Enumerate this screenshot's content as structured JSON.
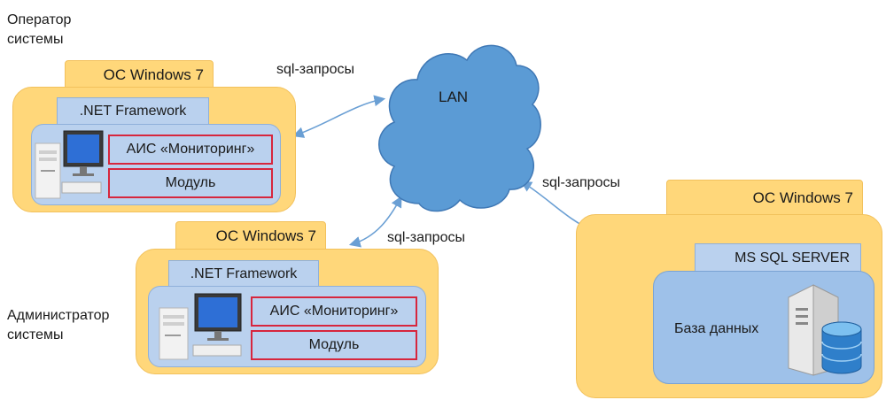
{
  "operator": {
    "role_line1": "Оператор",
    "role_line2": "системы",
    "os": "ОС Windows 7",
    "framework": ".NET Framework",
    "app": "АИС «Мониторинг»",
    "module": "Модуль"
  },
  "admin": {
    "role_line1": "Администратор",
    "role_line2": "системы",
    "os": "ОС Windows 7",
    "framework": ".NET Framework",
    "app": "АИС «Мониторинг»",
    "module": "Модуль"
  },
  "server": {
    "os": "ОС Windows 7",
    "dbms": "MS SQL SERVER",
    "database": "База данных"
  },
  "network": {
    "name": "LAN",
    "link_operator": "sql-запросы",
    "link_admin": "sql-запросы",
    "link_server": "sql-запросы"
  },
  "icons": [
    "desktop-computer-icon",
    "server-database-icon",
    "cloud-icon"
  ],
  "colors": {
    "os_fill": "#ffd77a",
    "inner_fill": "#bad1ee",
    "module_border": "#d7263d",
    "cloud_fill": "#5b9bd5",
    "arrow": "#6a9fd4"
  }
}
